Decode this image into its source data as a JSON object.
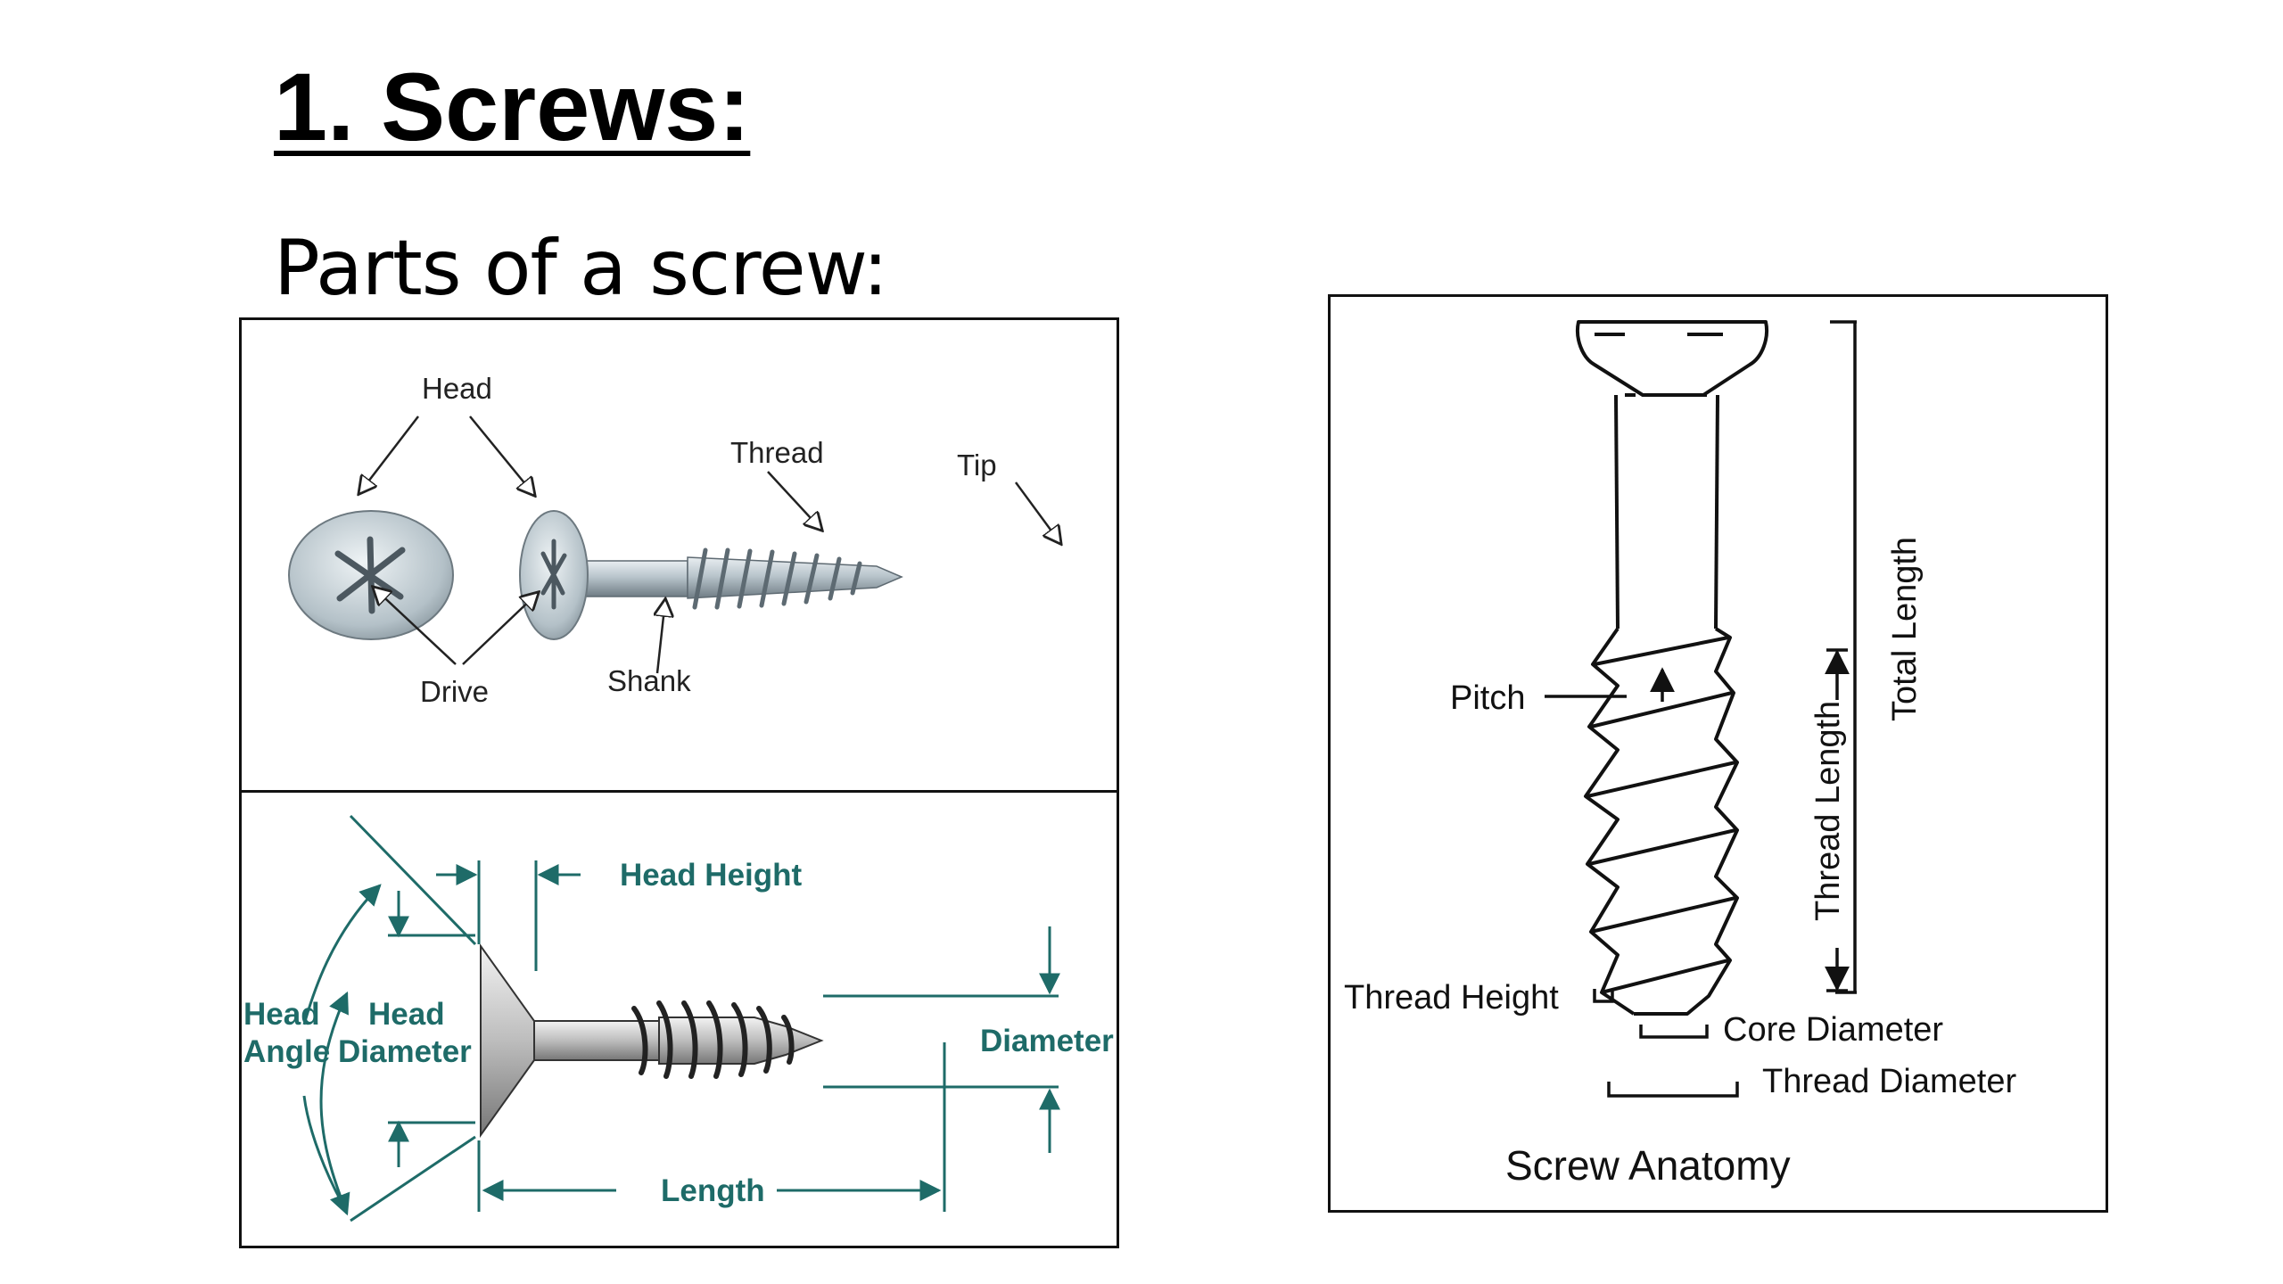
{
  "slide": {
    "title": "1. Screws:",
    "subtitle": "Parts of a screw:"
  },
  "parts_diagram": {
    "labels": {
      "head": "Head",
      "thread": "Thread",
      "tip": "Tip",
      "drive": "Drive",
      "shank": "Shank"
    }
  },
  "dimension_diagram": {
    "labels": {
      "head_height": "Head Height",
      "head_angle_line1": "Head",
      "head_angle_line2": "Angle",
      "head_diameter_line1": "Head",
      "head_diameter_line2": "Diameter",
      "diameter": "Diameter",
      "length": "Length"
    }
  },
  "anatomy_diagram": {
    "labels": {
      "pitch": "Pitch",
      "total_length": "Total Length",
      "thread_length": "Thread Length",
      "thread_height": "Thread Height",
      "core_diameter": "Core Diameter",
      "thread_diameter": "Thread Diameter"
    },
    "caption": "Screw Anatomy"
  },
  "colors": {
    "dimension_teal": "#1e6b68",
    "metal_light": "#c8d3d9",
    "metal_dark": "#7d8a92"
  }
}
